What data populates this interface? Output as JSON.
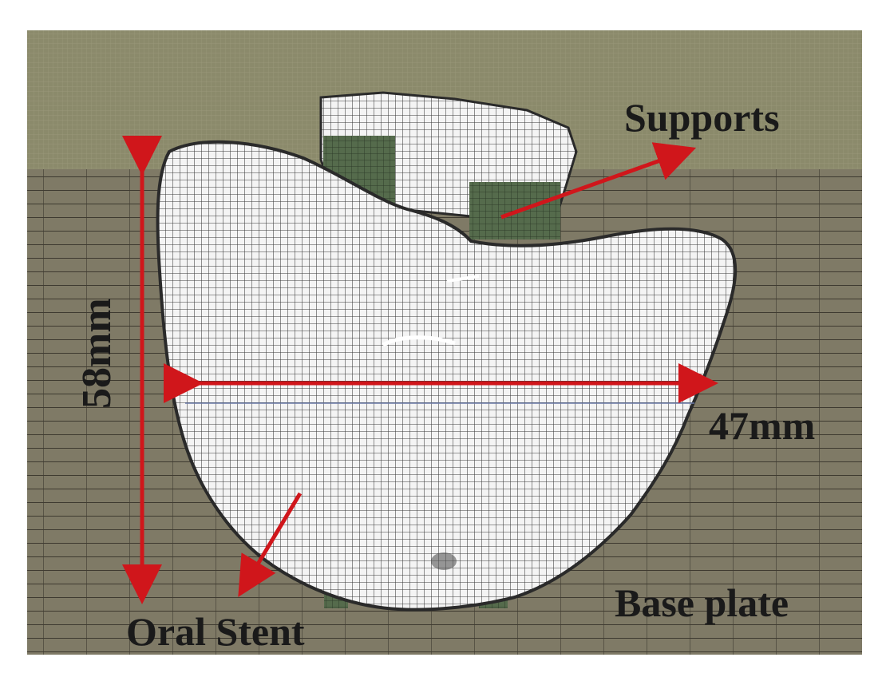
{
  "labels": {
    "supports": "Supports",
    "height": "58mm",
    "width": "47mm",
    "stent": "Oral Stent",
    "base": "Base plate"
  },
  "colors": {
    "background_upper": "#8b8a6b",
    "base_plate": "#7f7a66",
    "base_plate_grid": "#3e3a30",
    "stent_fill": "#f4f4f4",
    "stent_grid": "#3a3a3a",
    "support_fill": "#556b4c",
    "arrow": "#d0161b",
    "text": "#1a1a1a"
  }
}
